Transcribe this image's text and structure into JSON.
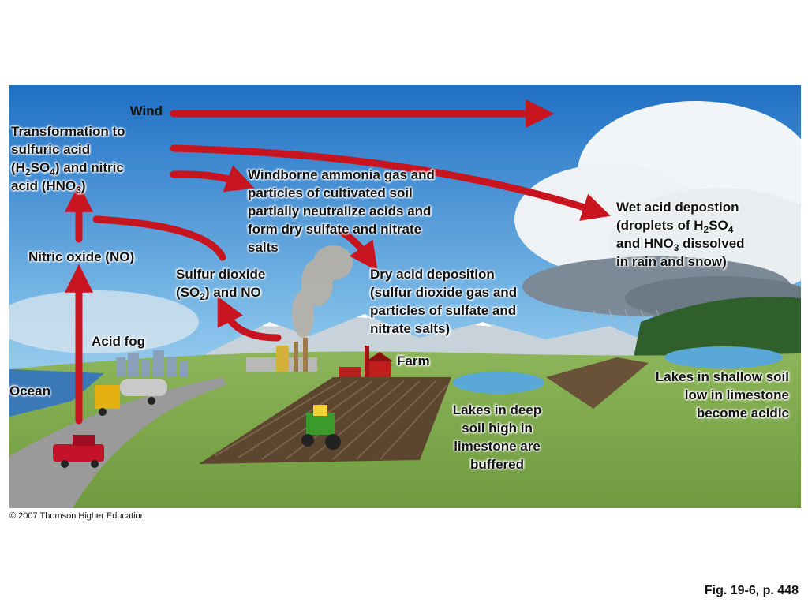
{
  "labels": {
    "wind": "Wind",
    "transformation": {
      "l1": "Transformation to",
      "l2": "sulfuric acid",
      "l3a": "(H",
      "l3b": "2",
      "l3c": "SO",
      "l3d": "4",
      "l3e": ") and nitric",
      "l4a": "acid (HNO",
      "l4b": "3",
      "l4c": ")"
    },
    "windborne": {
      "l1": "Windborne ammonia gas and",
      "l2": "particles of cultivated soil",
      "l3": "partially neutralize acids and",
      "l4": "form dry sulfate and nitrate",
      "l5": "salts"
    },
    "wet": {
      "l1": "Wet acid depostion",
      "l2a": "(droplets of H",
      "l2b": "2",
      "l2c": "SO",
      "l2d": "4",
      "l3a": "and HNO",
      "l3b": "3",
      "l3c": " dissolved",
      "l4": "in rain and snow)"
    },
    "nitric": "Nitric oxide (NO)",
    "sulfur": {
      "l1": "Sulfur dioxide",
      "l2a": "(SO",
      "l2b": "2",
      "l2c": ") and NO"
    },
    "dry": {
      "l1": "Dry acid deposition",
      "l2": "(sulfur dioxide gas and",
      "l3": "particles of sulfate and",
      "l4": "nitrate salts)"
    },
    "acid_fog": "Acid fog",
    "farm": "Farm",
    "ocean": "Ocean",
    "lakes_shallow": {
      "l1": "Lakes in shallow soil",
      "l2": "low in limestone",
      "l3": "become acidic"
    },
    "lakes_deep": {
      "l1": "Lakes in deep",
      "l2": "soil high in",
      "l3": "limestone are",
      "l4": "buffered"
    }
  },
  "copyright": "© 2007 Thomson Higher Education",
  "figure_caption": "Fig. 19-6, p. 448",
  "colors": {
    "arrow": "#c8141e",
    "sky_top": "#1f6fc4",
    "sky_bottom": "#bfe0f5",
    "grass": "#7fa94a",
    "field": "#6a5238",
    "lake": "#5aa8d8",
    "road": "#9a9a9a"
  }
}
